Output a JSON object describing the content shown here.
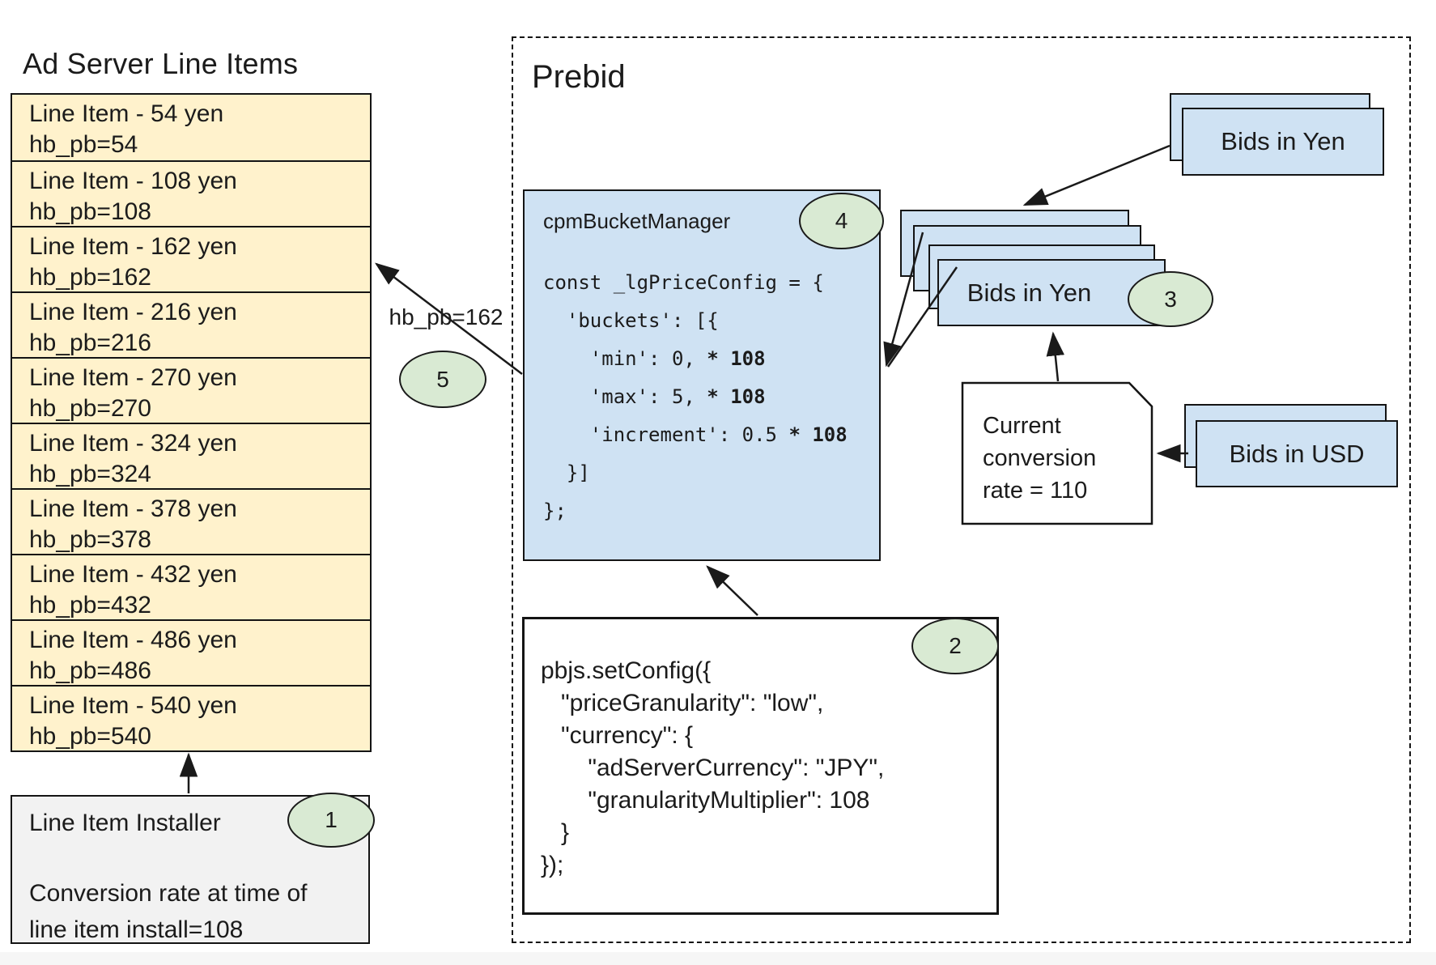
{
  "colors": {
    "blue": "#cfe2f3",
    "yellow": "#fff2cc",
    "green": "#d9ead3",
    "grey": "#f2f2f2",
    "ink": "#1b1b1b"
  },
  "ad_server": {
    "title": "Ad Server Line Items",
    "line_items": [
      {
        "label": "Line Item - 54 yen",
        "hb_pb": "hb_pb=54"
      },
      {
        "label": "Line Item - 108 yen",
        "hb_pb": "hb_pb=108"
      },
      {
        "label": "Line Item - 162 yen",
        "hb_pb": "hb_pb=162"
      },
      {
        "label": "Line Item - 216 yen",
        "hb_pb": "hb_pb=216"
      },
      {
        "label": "Line Item - 270 yen",
        "hb_pb": "hb_pb=270"
      },
      {
        "label": "Line Item - 324 yen",
        "hb_pb": "hb_pb=324"
      },
      {
        "label": "Line Item - 378 yen",
        "hb_pb": "hb_pb=378"
      },
      {
        "label": "Line Item - 432 yen",
        "hb_pb": "hb_pb=432"
      },
      {
        "label": "Line Item - 486 yen",
        "hb_pb": "hb_pb=486"
      },
      {
        "label": "Line Item - 540 yen",
        "hb_pb": "hb_pb=540"
      }
    ],
    "installer": {
      "title": "Line Item Installer",
      "badge": "1",
      "note_lines": [
        "Conversion rate at time of",
        "line item install=108"
      ]
    }
  },
  "prebid": {
    "title": "Prebid",
    "cpm_bucket_manager": {
      "label": "cpmBucketManager",
      "badge": "4",
      "code": [
        [
          {
            "t": "const _lgPriceConfig = {",
            "b": false
          }
        ],
        [
          {
            "t": "  'buckets': [{",
            "b": false
          }
        ],
        [
          {
            "t": "    'min': 0, ",
            "b": false
          },
          {
            "t": "* 108",
            "b": true
          }
        ],
        [
          {
            "t": "    'max': 5, ",
            "b": false
          },
          {
            "t": "* 108",
            "b": true
          }
        ],
        [
          {
            "t": "    'increment': 0.5 ",
            "b": false
          },
          {
            "t": "* 108",
            "b": true
          }
        ],
        [
          {
            "t": "  }]",
            "b": false
          }
        ],
        [
          {
            "t": "};",
            "b": false
          }
        ]
      ]
    },
    "set_config": {
      "badge": "2",
      "code_lines": [
        "pbjs.setConfig({",
        "   \"priceGranularity\": \"low\",",
        "   \"currency\": {",
        "       \"adServerCurrency\": \"JPY\",",
        "       \"granularityMultiplier\": 108",
        "   }",
        "});"
      ]
    },
    "bids_in_yen_top": {
      "label": "Bids in Yen"
    },
    "bids_in_yen_stack": {
      "label": "Bids in Yen",
      "badge": "3"
    },
    "bids_in_usd": {
      "label": "Bids in USD"
    },
    "conversion_note": {
      "lines": [
        "Current",
        "conversion",
        "rate = 110"
      ]
    },
    "arrow_label": "hb_pb=162",
    "badge_5": "5"
  }
}
